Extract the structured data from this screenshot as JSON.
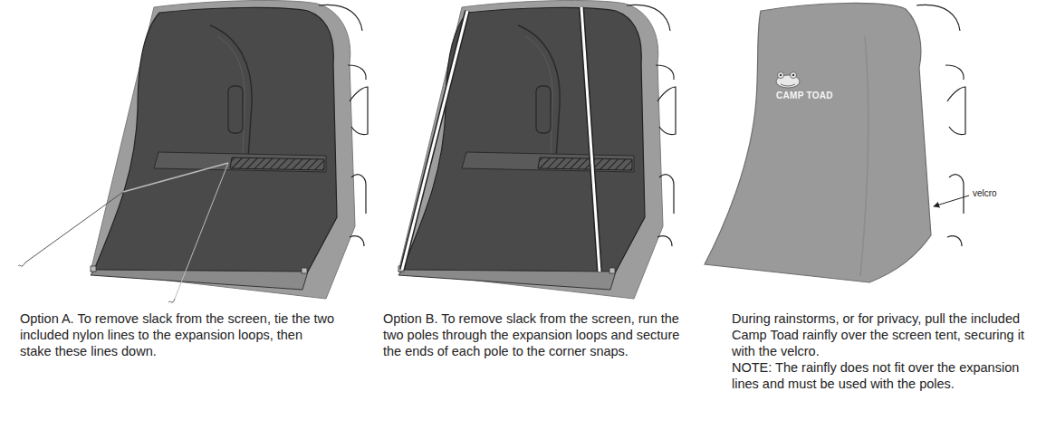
{
  "diagram": {
    "labels": [
      "Option A. To remove slack from the screen, tie the two included nylon lines to the expansion loops, then stake these lines down.",
      "Option B. To remove slack from the screen, run the two poles through the expansion loops and secture the ends of each pole to the corner snaps.",
      "During rainstorms, or for privacy, pull the included Camp Toad rainfly over the screen tent, securing it with the velcro.",
      "NOTE: The rainfly does not fit over the expansion lines and must be used with the poles.",
      "CAMP TOAD",
      "velcro"
    ]
  }
}
